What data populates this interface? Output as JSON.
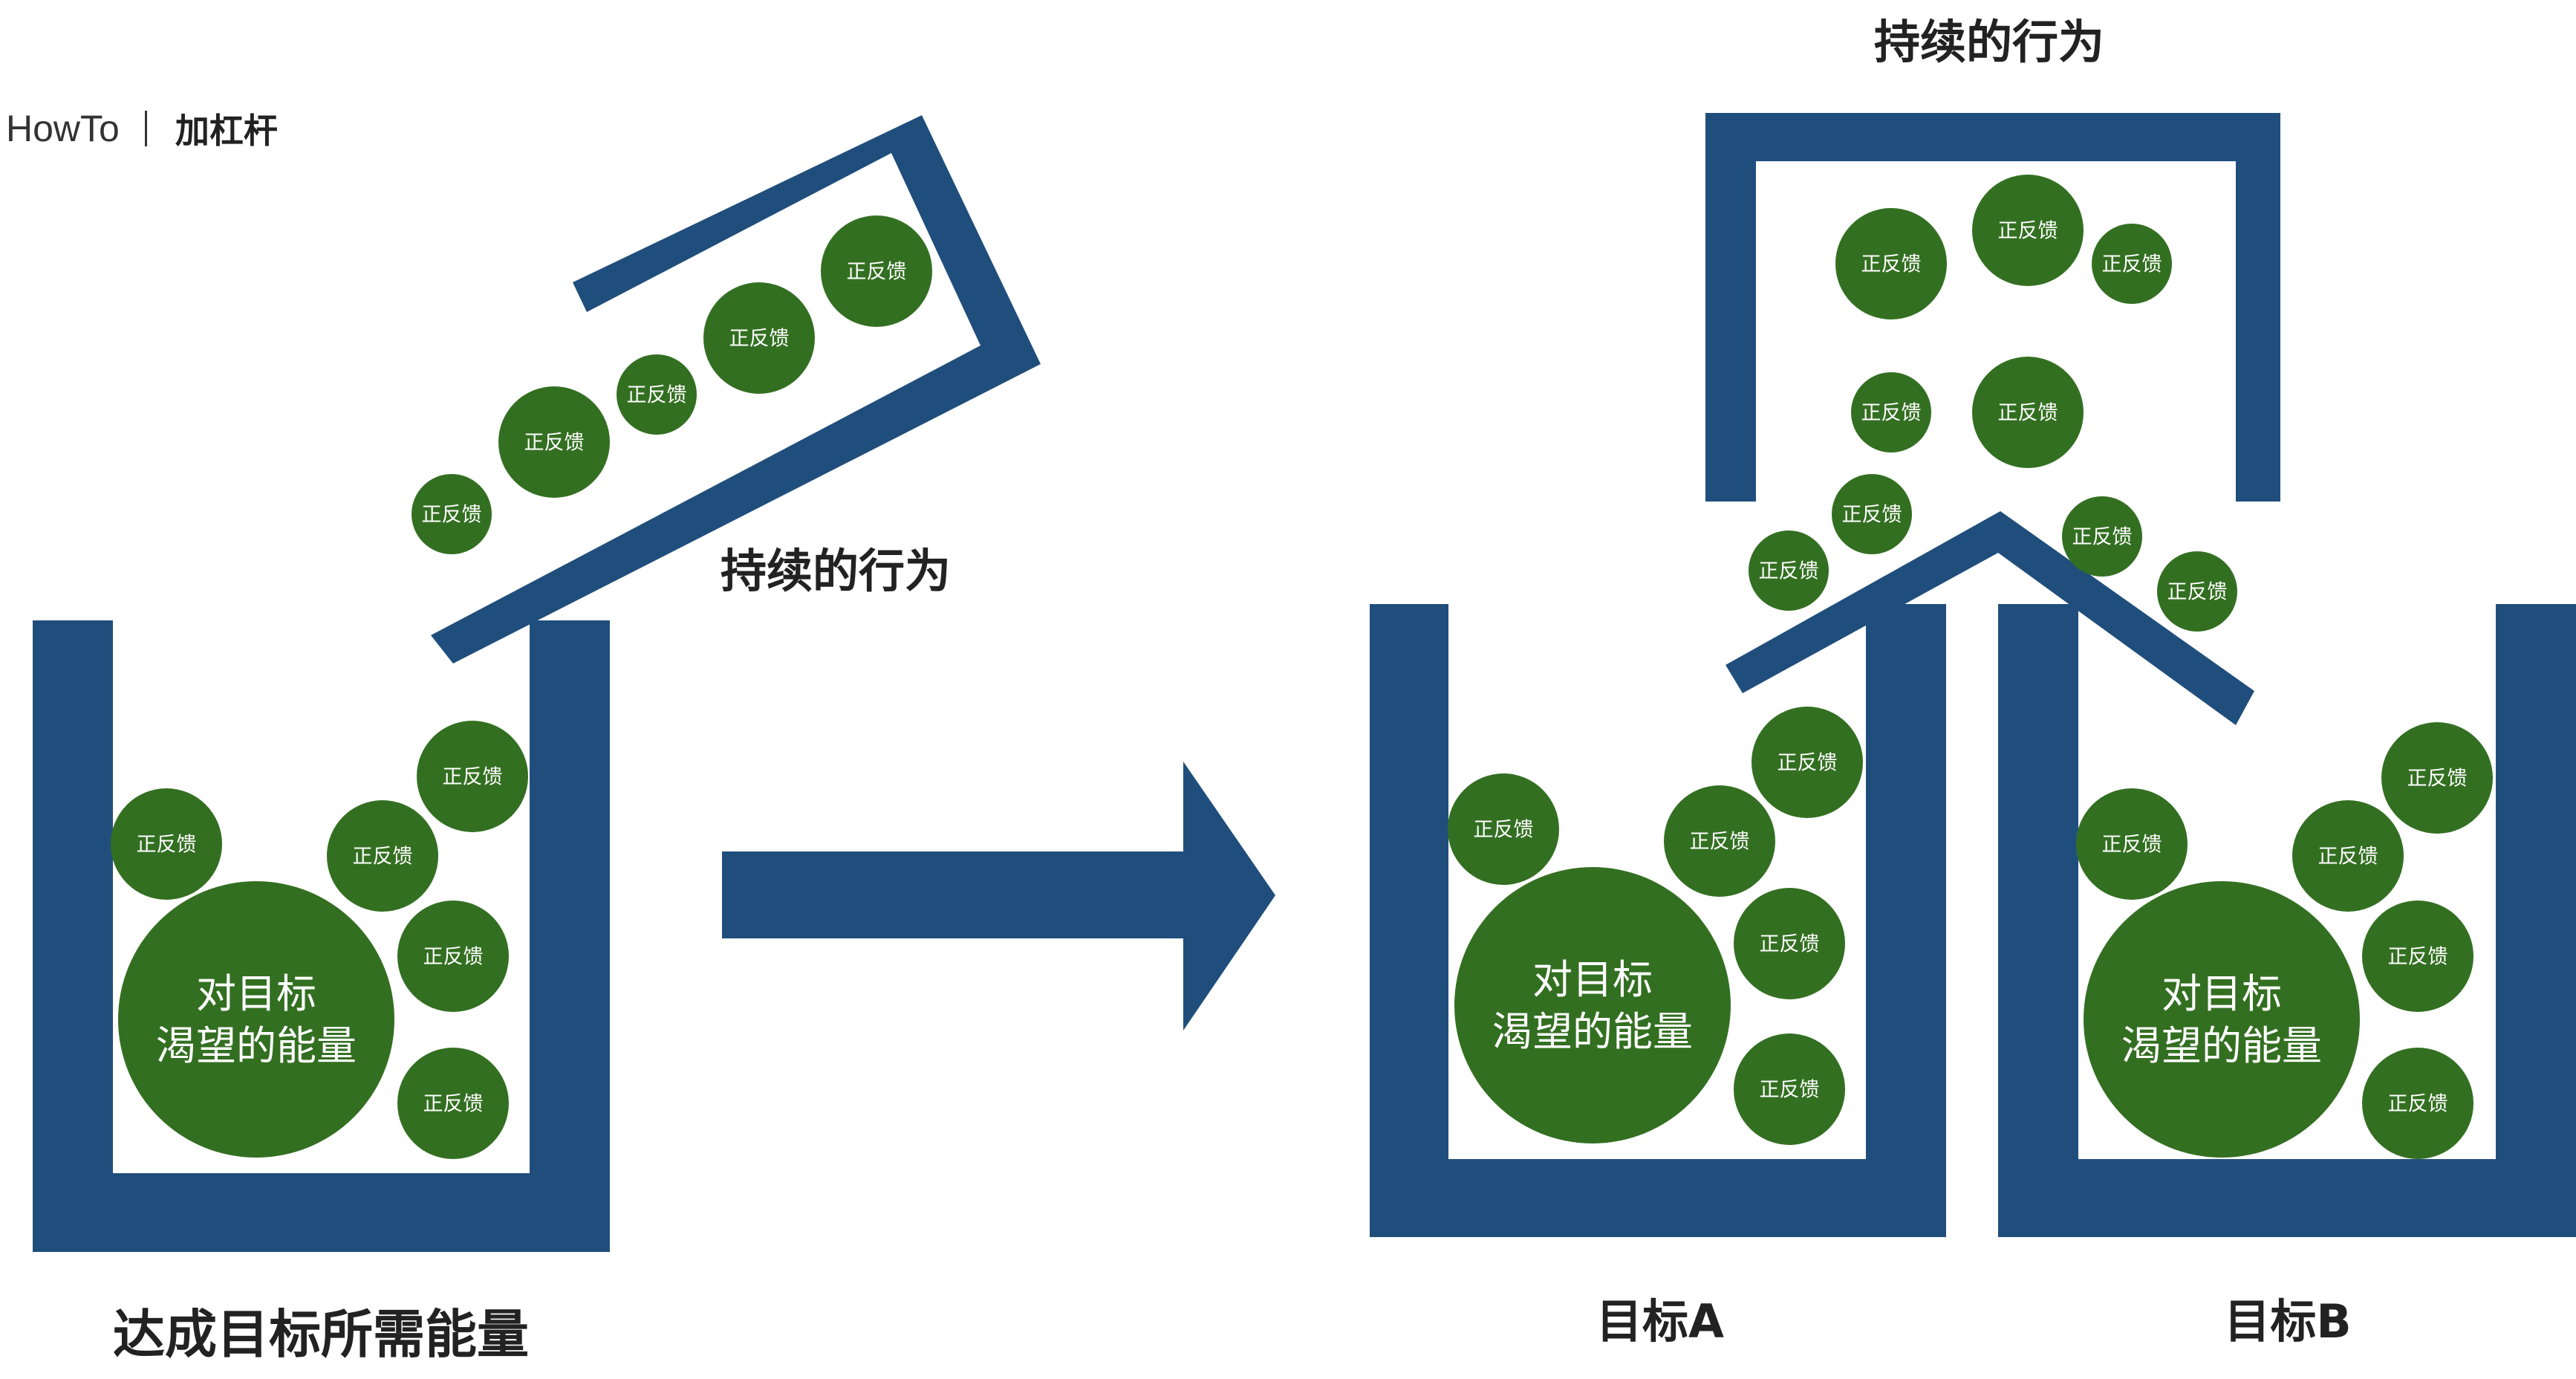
{
  "header": {
    "brand": "HowTo",
    "topic": "加杠杆"
  },
  "colors": {
    "container_blue": "#204E7C",
    "bubble_green": "#336F21",
    "bubble_text": "#FFFFFF",
    "label_text": "#222222"
  },
  "left_panel": {
    "chute_label": "持续的行为",
    "bucket_label": "达成目标所需能量",
    "core_bubble_lines": [
      "对目标",
      "渴望的能量"
    ],
    "chute_bubbles": [
      "正反馈",
      "正反馈",
      "正反馈",
      "正反馈",
      "正反馈"
    ],
    "bucket_bubbles": [
      "正反馈",
      "正反馈",
      "正反馈",
      "正反馈",
      "正反馈"
    ]
  },
  "arrow": {
    "direction": "right",
    "icon": "arrow-right-icon"
  },
  "right_panel": {
    "top_label": "持续的行为",
    "hopper_bubbles": [
      "正反馈",
      "正反馈",
      "正反馈",
      "正反馈",
      "正反馈"
    ],
    "falling_bubbles": [
      "正反馈",
      "正反馈",
      "正反馈",
      "正反馈"
    ],
    "bucket_a": {
      "label": "目标A",
      "core_bubble_lines": [
        "对目标",
        "渴望的能量"
      ],
      "bubbles": [
        "正反馈",
        "正反馈",
        "正反馈",
        "正反馈",
        "正反馈"
      ]
    },
    "bucket_b": {
      "label": "目标B",
      "core_bubble_lines": [
        "对目标",
        "渴望的能量"
      ],
      "bubbles": [
        "正反馈",
        "正反馈",
        "正反馈",
        "正反馈",
        "正反馈"
      ]
    }
  }
}
